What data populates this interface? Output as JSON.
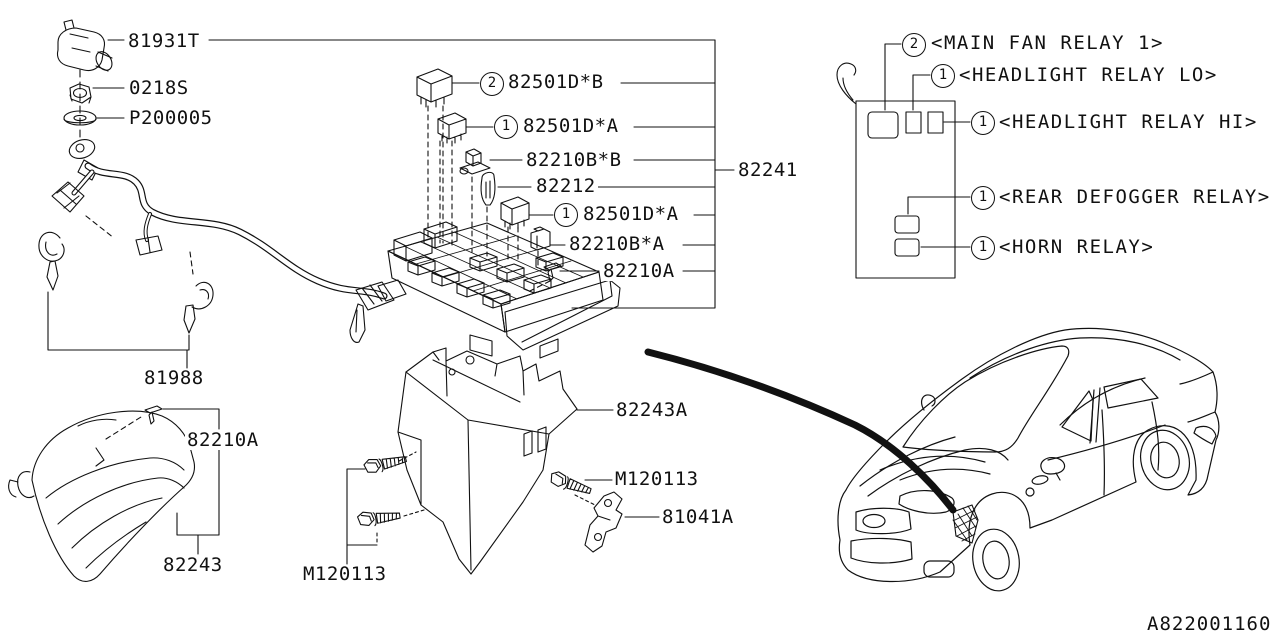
{
  "doc": {
    "code": "A822001160"
  },
  "terminal": {
    "bolt": "81931T",
    "nut": "0218S",
    "washer": "P200005"
  },
  "harness": {
    "clip_label": "81988"
  },
  "fusebox": {
    "assembly": "82241",
    "parts": [
      {
        "qty": "2",
        "pn": "82501D*B"
      },
      {
        "qty": "1",
        "pn": "82501D*A"
      },
      {
        "qty": "",
        "pn": "82210B*B"
      },
      {
        "qty": "",
        "pn": "82212"
      },
      {
        "qty": "1",
        "pn": "82501D*A"
      },
      {
        "qty": "",
        "pn": "82210B*A"
      },
      {
        "qty": "",
        "pn": "82210A"
      }
    ]
  },
  "relaybox": {
    "positions": [
      {
        "qty": "2",
        "name": "<MAIN FAN RELAY 1>"
      },
      {
        "qty": "1",
        "name": "<HEADLIGHT RELAY LO>"
      },
      {
        "qty": "1",
        "name": "<HEADLIGHT RELAY HI>"
      },
      {
        "qty": "1",
        "name": "<REAR DEFOGGER RELAY>"
      },
      {
        "qty": "1",
        "name": "<HORN RELAY>"
      }
    ]
  },
  "cover": {
    "clip": "82210A",
    "pn": "82243"
  },
  "lower_cover": {
    "pn": "82243A"
  },
  "bracket": {
    "pn": "81041A"
  },
  "bolts": {
    "left": "M120113",
    "right": "M120113"
  }
}
